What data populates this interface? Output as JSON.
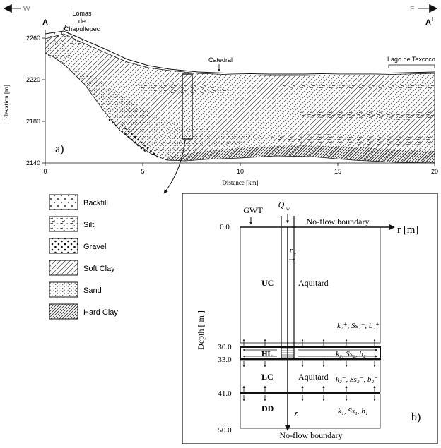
{
  "section": {
    "west": "W",
    "east": "E",
    "start_label": "A",
    "end_label": "A",
    "end_label_mark": "I",
    "panel_label": "a)"
  },
  "places": {
    "lomas_line1": "Lomas",
    "lomas_line2": "de",
    "lomas_line3": "Chapultepec",
    "catedral": "Catedral",
    "lago": "Lago de Texcoco"
  },
  "axes": {
    "ylabel": "Elevation [m]",
    "xlabel": "Distance [km]",
    "yticks": [
      "2260",
      "2220",
      "2180",
      "2140"
    ],
    "xticks": [
      "0",
      "5",
      "10",
      "15",
      "20"
    ]
  },
  "legend": [
    {
      "label": "Backfill",
      "pattern": "backfill"
    },
    {
      "label": "Silt",
      "pattern": "silt"
    },
    {
      "label": "Gravel",
      "pattern": "gravel"
    },
    {
      "label": "Soft Clay",
      "pattern": "softclay"
    },
    {
      "label": "Sand",
      "pattern": "sand"
    },
    {
      "label": "Hard Clay",
      "pattern": "hardclay"
    }
  ],
  "model": {
    "panel_label": "b)",
    "gwt": "GWT",
    "q": "Q",
    "q_sub": "w",
    "rw": "r",
    "rw_sub": "w",
    "r_axis": "r [m]",
    "z_axis": "z",
    "depth_label": "Depth [ m ]",
    "top_boundary": "No-flow boundary",
    "bottom_boundary": "No-flow boundary",
    "depths": [
      "0.0",
      "30.0",
      "33.0",
      "41.0",
      "50.0"
    ],
    "layers": {
      "uc": "UC",
      "hl": "HL",
      "lc": "LC",
      "dd": "DD",
      "aquitard_upper": "Aquitard",
      "aquitard_lower": "Aquitard"
    },
    "params": {
      "uc": "k₂⁺, Ss₂⁺, b₂⁺",
      "hl": "k₂, Ss₂, b₂",
      "lc": "k₂⁻, Ss₂⁻, b₂⁻",
      "dd": "k₁, Ss₁, b₁"
    }
  }
}
